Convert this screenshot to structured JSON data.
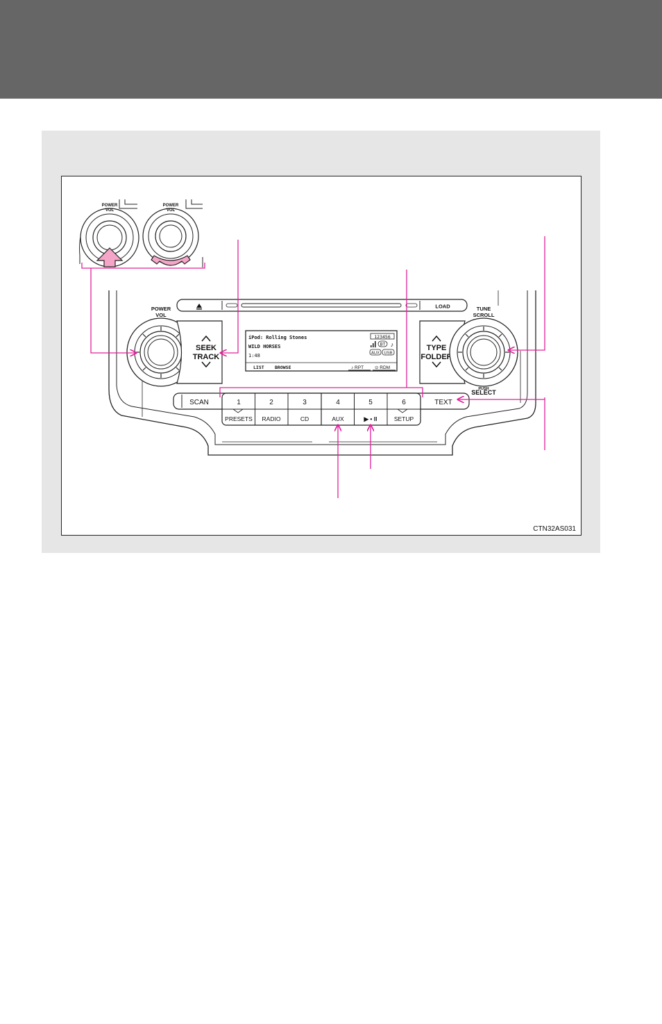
{
  "colors": {
    "header": "#666666",
    "panel": "#e6e6e6",
    "callout": "#e0219b",
    "arrow_fill": "#f5a6c8",
    "line": "#222222"
  },
  "inset": {
    "knob_label_line1": "POWER",
    "knob_label_line2": "VOL"
  },
  "radio": {
    "eject_icon": "eject-icon",
    "load_label": "LOAD",
    "power_vol_line1": "POWER",
    "power_vol_line2": "VOL",
    "tune_scroll_line1": "TUNE",
    "tune_scroll_line2": "SCROLL",
    "push_label": "PUSH",
    "select_label": "SELECT",
    "seek_label": "SEEK",
    "track_label": "TRACK",
    "type_label": "TYPE",
    "folder_label": "FOLDER",
    "scan_label": "SCAN",
    "text_label": "TEXT",
    "presets": [
      {
        "number": "1",
        "sub": "PRESETS"
      },
      {
        "number": "2",
        "sub": "RADIO"
      },
      {
        "number": "3",
        "sub": "CD"
      },
      {
        "number": "4",
        "sub": "AUX"
      },
      {
        "number": "5",
        "sub": "▶ • ll"
      },
      {
        "number": "6",
        "sub": "SETUP"
      }
    ]
  },
  "display": {
    "line1": "iPod: Rolling Stones",
    "line2": "WILD HORSES",
    "line3": "1:48",
    "preset_indicator": "123456",
    "bt_badge": "BT",
    "aux_badge": "AUX",
    "usb_badge": "USB",
    "list_label": "LIST",
    "browse_label": "BROWSE",
    "rpt_label": "♪ RPT",
    "rdm_label": "⊙ RDM"
  },
  "figure_code": "CTN32AS031"
}
